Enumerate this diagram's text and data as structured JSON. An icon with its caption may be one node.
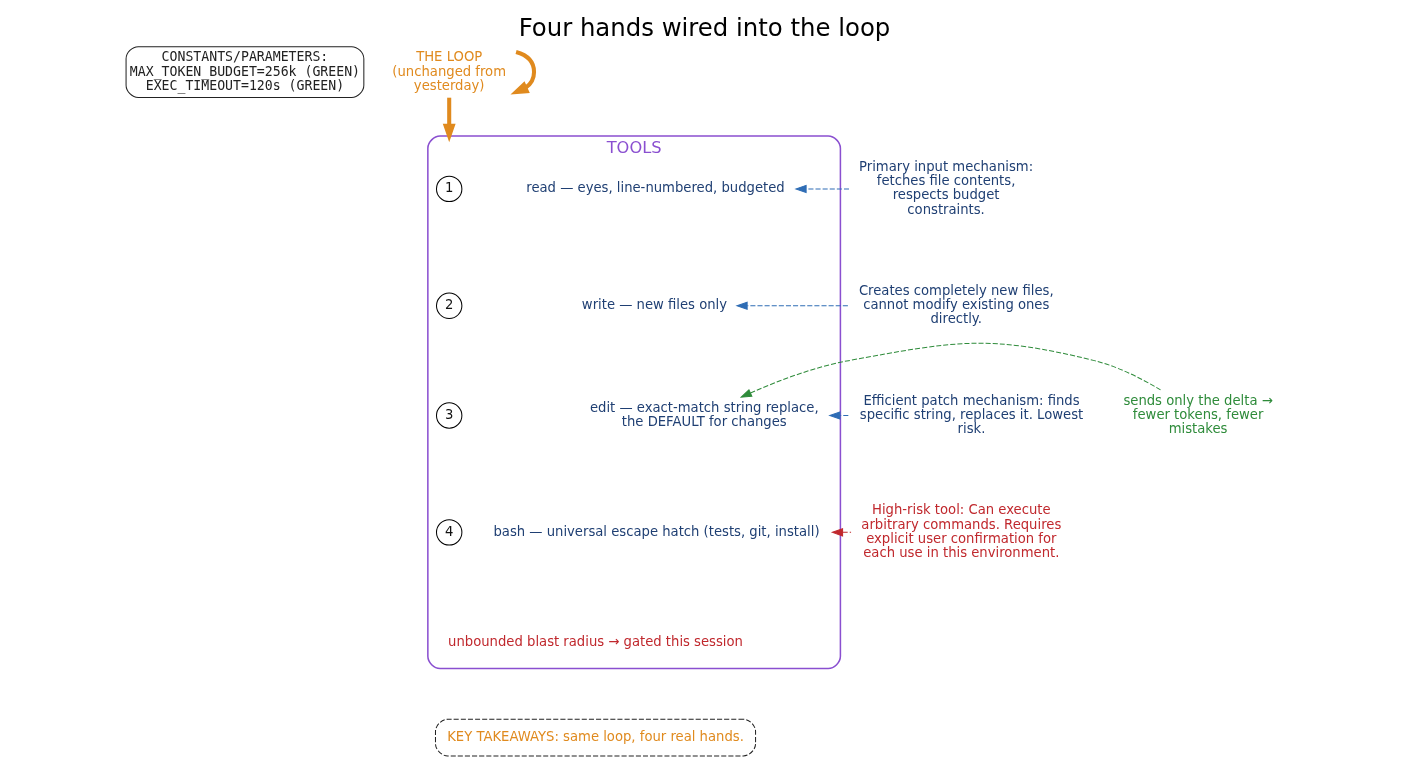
{
  "diagram": {
    "title": "Four hands wired into the loop",
    "nodes": [
      {
        "text": [
          "CONSTANTS/PARAMETERS:",
          "MAX_TOKEN_BUDGET=256k (GREEN)",
          "EXEC_TIMEOUT=120s (GREEN)"
        ]
      },
      {
        "text": [
          "THE LOOP (unchanged from yesterday)"
        ]
      },
      {
        "text": [
          "TOOLS"
        ]
      },
      {
        "text": [
          "1"
        ],
        "in": 2
      },
      {
        "text": [
          "read — eyes, line-numbered, budgeted"
        ],
        "in": 2
      },
      {
        "text": [
          "2"
        ],
        "in": 2
      },
      {
        "text": [
          "write — new files only"
        ],
        "in": 2
      },
      {
        "text": [
          "3"
        ],
        "in": 2
      },
      {
        "text": [
          "edit — exact-match string replace, the DEFAULT for changes"
        ],
        "in": 2
      },
      {
        "text": [
          "4"
        ],
        "in": 2
      },
      {
        "text": [
          "bash — universal escape hatch (tests, git, install)"
        ],
        "in": 2
      },
      {
        "text": [
          "unbounded blast radius → gated this session"
        ],
        "in": 2
      },
      {
        "text": [
          "Primary input mechanism: fetches file contents, respects budget constraints."
        ]
      },
      {
        "text": [
          "Creates completely new files, cannot modify existing ones directly."
        ]
      },
      {
        "text": [
          "Efficient patch mechanism: finds specific string, replaces it. Lowest risk."
        ]
      },
      {
        "text": [
          "sends only the delta → fewer tokens, fewer mistakes"
        ]
      },
      {
        "text": [
          "High-risk tool: Can execute arbitrary commands. Requires explicit user confirmation for each use in this environment."
        ]
      },
      {
        "text": [
          "KEY TAKEAWAYS: same loop, four real hands."
        ]
      }
    ],
    "edges": [
      {
        "from": 1,
        "to": 1,
        "arrow": "to",
        "style": "thick",
        "color": "#e08a1e"
      },
      {
        "from": 1,
        "to": 2,
        "arrow": "to",
        "style": "thick",
        "color": "#e08a1e"
      },
      {
        "from": 12,
        "to": 4,
        "arrow": "to",
        "style": "dashed"
      },
      {
        "from": 13,
        "to": 6,
        "arrow": "to",
        "style": "dashed"
      },
      {
        "from": 14,
        "to": 8,
        "arrow": "to",
        "style": "dashed"
      },
      {
        "from": 15,
        "to": 8,
        "arrow": "to",
        "style": "dashed",
        "color": "#2e8b3a"
      },
      {
        "from": 16,
        "to": 10,
        "arrow": "to",
        "style": "dashed",
        "color": "#c0282d"
      }
    ]
  }
}
